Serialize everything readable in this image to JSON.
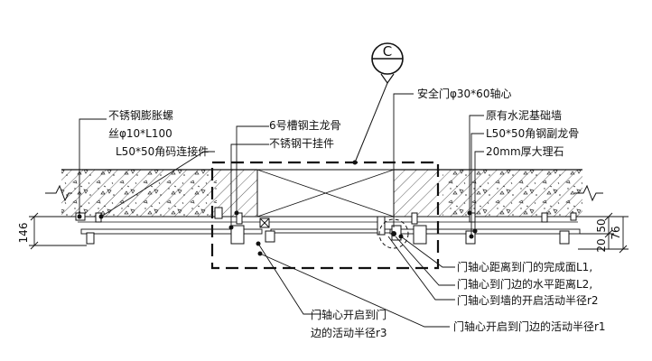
{
  "section_marker": "C",
  "labels": {
    "expansion_bolt_1": "不锈钢膨胀螺",
    "expansion_bolt_2": "丝φ10*L100",
    "connector": "L50*50角码连接件",
    "channel_keel": "6号槽钢主龙骨",
    "hanger": "不锈钢干挂件",
    "pivot": "安全门φ30*60轴心",
    "base_wall": "原有水泥基础墙",
    "angle_keel": "L50*50角钢副龙骨",
    "marble": "20mm厚大理石",
    "pivot_to_face": "门轴心距离到门的完成面L1,",
    "pivot_to_edge": "门轴心到门边的水平距离L2,",
    "pivot_to_wall": "门轴心到墙的开启活动半径r2",
    "r3_line1": "门轴心开启到门",
    "r3_line2": "边的活动半径r3",
    "r1": "门轴心开启到门边的活动半径r1"
  },
  "dimensions": {
    "left": "146",
    "right_a": "20",
    "right_b": "50",
    "right_c": "76"
  }
}
